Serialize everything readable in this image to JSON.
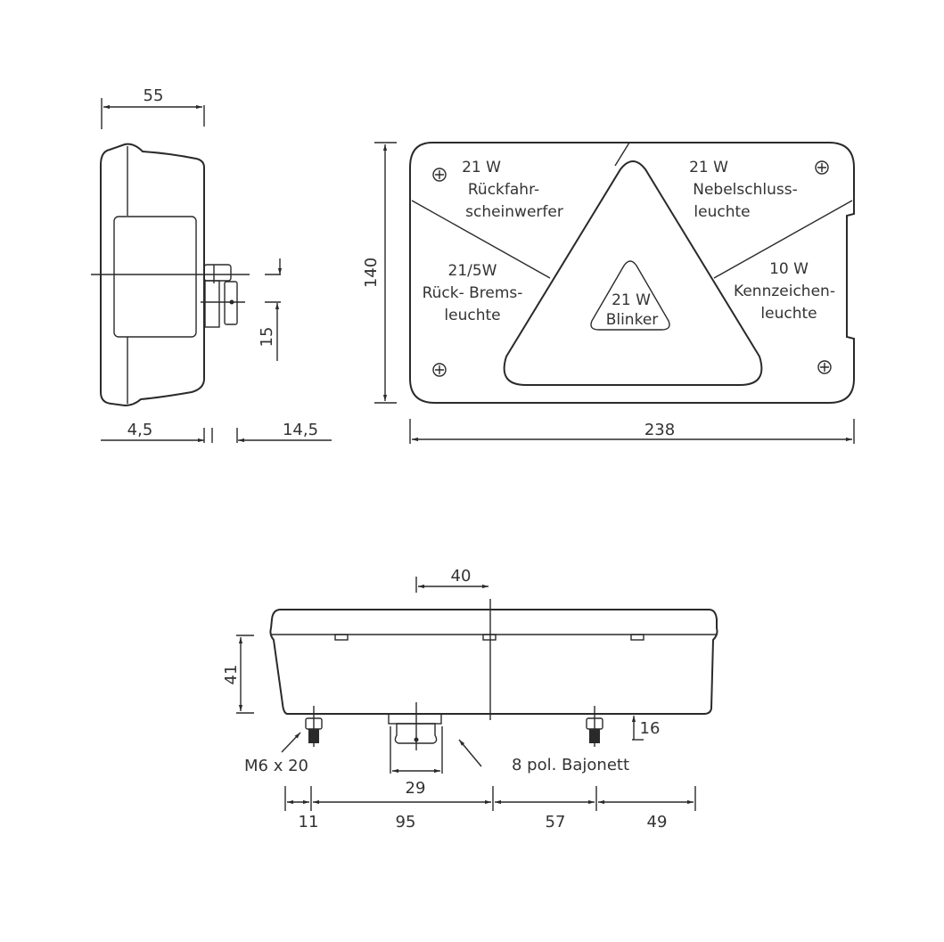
{
  "side_view": {
    "dim_width": "55",
    "dim_offset": "15",
    "dim_left": "4,5",
    "dim_right": "14,5"
  },
  "front_view": {
    "dim_height": "140",
    "dim_width": "238",
    "labels": {
      "reverse": [
        "21 W",
        "Rückfahr-",
        "scheinwerfer"
      ],
      "fog": [
        "21 W",
        "Nebelschluss-",
        "leuchte"
      ],
      "brake": [
        "21/5W",
        "Rück- Brems-",
        "leuchte"
      ],
      "plate": [
        "10 W",
        "Kennzeichen-",
        "leuchte"
      ],
      "indicator": [
        "21 W",
        "Blinker"
      ]
    }
  },
  "bottom_view": {
    "dim_top": "40",
    "dim_height": "41",
    "dim_bolt": "16",
    "bolt_label": "M6 x 20",
    "connector_label": "8 pol. Bajonett",
    "dim_connector": "29",
    "dims_bottom": [
      "11",
      "95",
      "57",
      "49"
    ]
  }
}
